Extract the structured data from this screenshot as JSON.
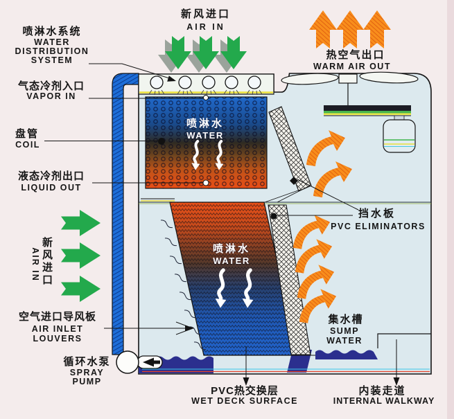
{
  "colors": {
    "background": "#f4ecec",
    "unit_interior": "#dce9ee",
    "green_arrow": "#23a94c",
    "orange_arrow": "#f88e1c",
    "sump_water_navy": "#2b2f8e",
    "pipe_blue": "#1e6ed8",
    "coil_gradient_top": "#2069cc",
    "coil_gradient_bottom": "#ea4d16",
    "deck_gradient_top": "#e85018",
    "deck_gradient_bottom": "#2264cc"
  },
  "labels": {
    "water_distribution_system": {
      "zh": "喷淋水系统",
      "en_line1": "WATER",
      "en_line2": "DISTRIBUTION",
      "en_line3": "SYSTEM"
    },
    "air_in_top": {
      "zh": "新风进口",
      "en": "AIR IN"
    },
    "warm_air_out": {
      "zh": "热空气出口",
      "en": "WARM AIR OUT"
    },
    "vapor_in": {
      "zh": "气态冷剂入口",
      "en": "VAPOR IN"
    },
    "coil": {
      "zh": "盘管",
      "en": "COIL"
    },
    "liquid_out": {
      "zh": "液态冷剂出口",
      "en": "LIQUID OUT"
    },
    "air_in_left": {
      "zh": "新风进口",
      "en": "AIR IN"
    },
    "air_inlet_louvers": {
      "zh": "空气进口导风板",
      "en_line1": "AIR INLET",
      "en_line2": "LOUVERS"
    },
    "spray_pump": {
      "zh": "循环水泵",
      "en_line1": "SPRAY",
      "en_line2": "PUMP"
    },
    "pvc_eliminators": {
      "zh": "挡水板",
      "en": "PVC ELIMINATORS"
    },
    "sump_water": {
      "zh": "集水槽",
      "en_line1": "SUMP",
      "en_line2": "WATER"
    },
    "wet_deck_surface": {
      "zh": "PVC热交换层",
      "en": "WET DECK SURFACE"
    },
    "internal_walkway": {
      "zh": "内装走道",
      "en": "INTERNAL WALKWAY"
    },
    "spray_water_coil": {
      "zh": "喷淋水",
      "en": "WATER"
    },
    "spray_water_deck": {
      "zh": "喷淋水",
      "en": "WATER"
    }
  }
}
